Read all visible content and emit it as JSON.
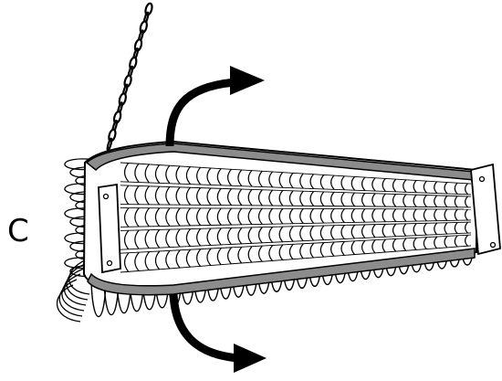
{
  "figure": {
    "label": "C",
    "colors": {
      "ink": "#000000",
      "band": "#8c8c8c",
      "paper": "#ffffff"
    },
    "icons": [
      "chain-icon",
      "arrow-up-icon",
      "arrow-down-icon"
    ],
    "rows": 5,
    "coils_per_row": 34
  }
}
